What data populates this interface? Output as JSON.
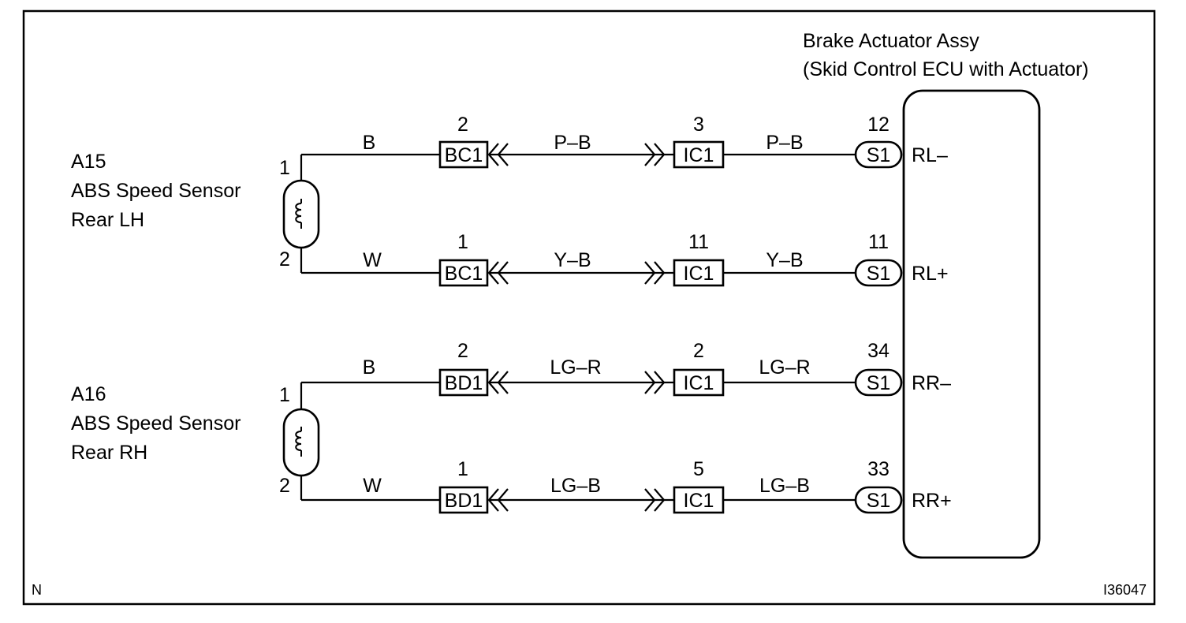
{
  "ecu": {
    "title_line1": "Brake Actuator Assy",
    "title_line2": "(Skid Control ECU with Actuator)"
  },
  "sensors": [
    {
      "code": "A15",
      "name_line1": "ABS Speed Sensor",
      "name_line2": "Rear LH",
      "pin_top": "1",
      "pin_bottom": "2"
    },
    {
      "code": "A16",
      "name_line1": "ABS Speed Sensor",
      "name_line2": "Rear RH",
      "pin_top": "1",
      "pin_bottom": "2"
    }
  ],
  "circuits": [
    {
      "wire1": "B",
      "c1_pin": "2",
      "c1": "BC1",
      "wire2": "P–B",
      "c2_pin": "3",
      "c2": "IC1",
      "wire3": "P–B",
      "ecu_pin": "12",
      "ecu_conn": "S1",
      "terminal": "RL–"
    },
    {
      "wire1": "W",
      "c1_pin": "1",
      "c1": "BC1",
      "wire2": "Y–B",
      "c2_pin": "11",
      "c2": "IC1",
      "wire3": "Y–B",
      "ecu_pin": "11",
      "ecu_conn": "S1",
      "terminal": "RL+"
    },
    {
      "wire1": "B",
      "c1_pin": "2",
      "c1": "BD1",
      "wire2": "LG–R",
      "c2_pin": "2",
      "c2": "IC1",
      "wire3": "LG–R",
      "ecu_pin": "34",
      "ecu_conn": "S1",
      "terminal": "RR–"
    },
    {
      "wire1": "W",
      "c1_pin": "1",
      "c1": "BD1",
      "wire2": "LG–B",
      "c2_pin": "5",
      "c2": "IC1",
      "wire3": "LG–B",
      "ecu_pin": "33",
      "ecu_conn": "S1",
      "terminal": "RR+"
    }
  ],
  "corner_left": "N",
  "corner_right": "I36047"
}
